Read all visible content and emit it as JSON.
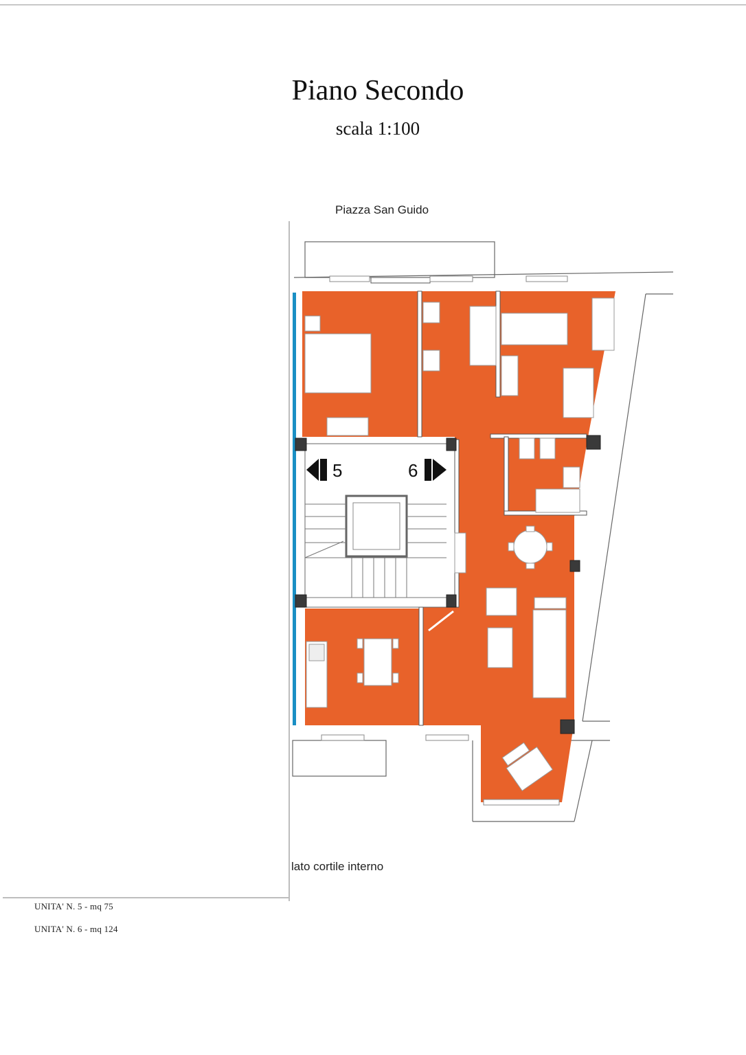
{
  "header": {
    "title": "Piano Secondo",
    "scale": "scala 1:100"
  },
  "plan": {
    "street_label": "Piazza San Guido",
    "courtyard_label": "lato cortile interno",
    "unit_markers": [
      {
        "number": "5",
        "direction": "left"
      },
      {
        "number": "6",
        "direction": "right"
      }
    ],
    "colors": {
      "unit_fill": "#E8622A",
      "wall": "#555555",
      "blue_edge": "#1a8fc4",
      "column": "#3a3a3a",
      "furniture": "#ffffff"
    }
  },
  "legend": {
    "unit_5": "UNITA' N. 5 - mq 75",
    "unit_6": "UNITA' N. 6 - mq 124"
  }
}
